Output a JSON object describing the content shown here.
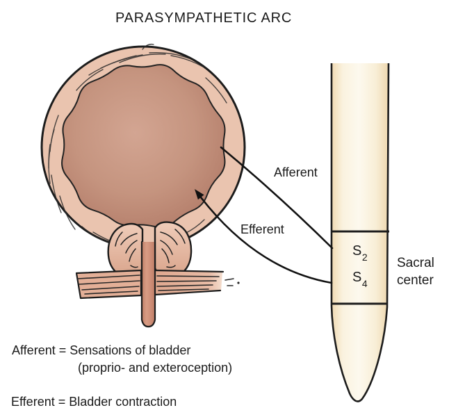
{
  "title": "PARASYMPATHETIC ARC",
  "arrow_labels": {
    "afferent": "Afferent",
    "efferent": "Efferent"
  },
  "spinal_cord": {
    "segments": [
      {
        "base": "S",
        "sub": "2"
      },
      {
        "base": "S",
        "sub": "4"
      }
    ],
    "region_label_line1": "Sacral",
    "region_label_line2": "center"
  },
  "legend": {
    "afferent_definition_line1": "Afferent = Sensations of bladder",
    "afferent_definition_line2": "(proprio- and exteroception)",
    "efferent_definition": "Efferent = Bladder contraction"
  },
  "colors": {
    "background": "#ffffff",
    "outline": "#1c1c1c",
    "text": "#1a1a1a",
    "bladder_wall": "#eac4af",
    "bladder_lumen_center": "#d3a592",
    "bladder_lumen_edge": "#b17a67",
    "urethra": "#cf8f78",
    "prostate": "#e9c2ab",
    "pelvic_muscle": "#e3af97",
    "cord_center": "#fdf8ec",
    "cord_edge": "#f0dab2"
  }
}
